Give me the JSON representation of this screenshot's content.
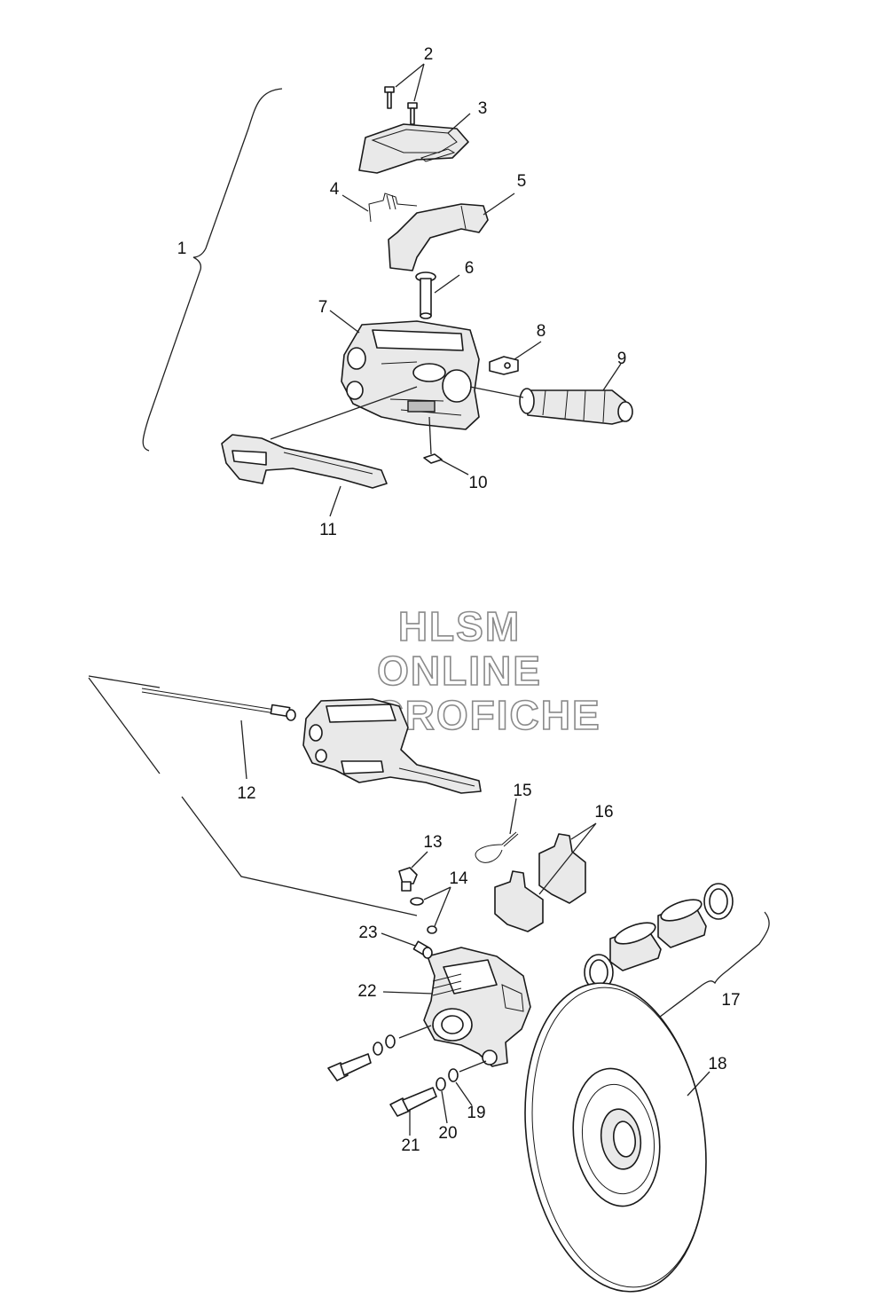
{
  "watermark": {
    "line1": "HLSM",
    "line2": "ONLINE",
    "line3": "MICROFICHE"
  },
  "callouts": [
    "1",
    "2",
    "3",
    "4",
    "5",
    "6",
    "7",
    "8",
    "9",
    "10",
    "11",
    "12",
    "13",
    "14",
    "15",
    "16",
    "17",
    "18",
    "19",
    "20",
    "21",
    "22",
    "23"
  ]
}
